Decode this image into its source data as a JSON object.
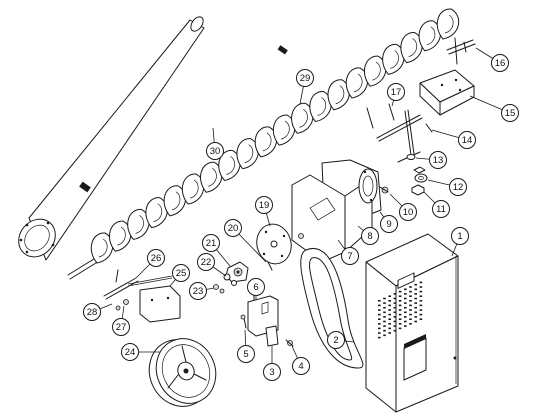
{
  "callouts": [
    {
      "id": "1",
      "label": "1"
    },
    {
      "id": "2",
      "label": "2"
    },
    {
      "id": "3",
      "label": "3"
    },
    {
      "id": "4",
      "label": "4"
    },
    {
      "id": "5",
      "label": "5"
    },
    {
      "id": "6",
      "label": "6"
    },
    {
      "id": "7",
      "label": "7"
    },
    {
      "id": "8",
      "label": "8"
    },
    {
      "id": "9",
      "label": "9"
    },
    {
      "id": "10",
      "label": "10"
    },
    {
      "id": "11",
      "label": "11"
    },
    {
      "id": "12",
      "label": "12"
    },
    {
      "id": "13",
      "label": "13"
    },
    {
      "id": "14",
      "label": "14"
    },
    {
      "id": "15",
      "label": "15"
    },
    {
      "id": "16",
      "label": "16"
    },
    {
      "id": "17",
      "label": "17"
    },
    {
      "id": "19",
      "label": "19"
    },
    {
      "id": "20",
      "label": "20"
    },
    {
      "id": "21",
      "label": "21"
    },
    {
      "id": "22",
      "label": "22"
    },
    {
      "id": "23",
      "label": "23"
    },
    {
      "id": "24",
      "label": "24"
    },
    {
      "id": "25",
      "label": "25"
    },
    {
      "id": "26",
      "label": "26"
    },
    {
      "id": "27",
      "label": "27"
    },
    {
      "id": "28",
      "label": "28"
    },
    {
      "id": "29",
      "label": "29"
    },
    {
      "id": "30",
      "label": "30"
    }
  ]
}
